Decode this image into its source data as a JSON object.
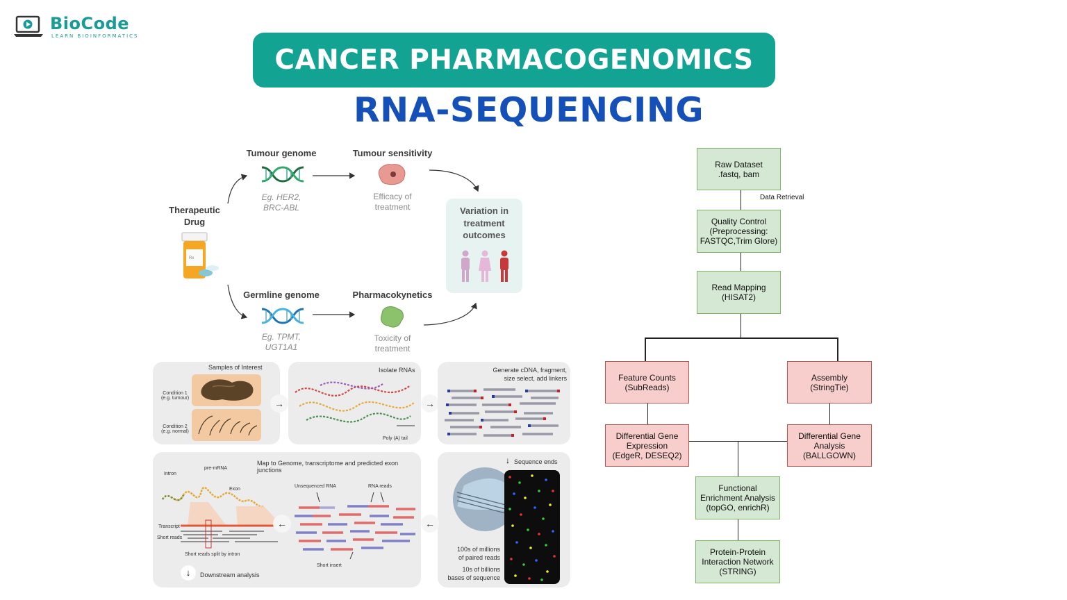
{
  "logo": {
    "name": "BioCode",
    "tagline": "LEARN BIOINFORMATICS"
  },
  "header": {
    "title": "CANCER PHARMACOGENOMICS",
    "subtitle": "RNA-SEQUENCING"
  },
  "colors": {
    "teal": "#13a393",
    "blue": "#1450b8",
    "green_box": "#d5e8d4",
    "red_box": "#f8cecc"
  },
  "pharmaco": {
    "drug": "Therapeutic\nDrug",
    "tumour_genome": "Tumour genome",
    "tumour_genes": "Eg. HER2,\nBRC-ABL",
    "tumour_sensitivity": "Tumour sensitivity",
    "efficacy": "Efficacy of\ntreatment",
    "germline_genome": "Germline genome",
    "germline_genes": "Eg. TPMT,\nUGT1A1",
    "pharmacokinetics": "Pharmacokynetics",
    "toxicity": "Toxicity of\ntreatment",
    "variation": "Variation in\ntreatment\noutcomes"
  },
  "rnaseq": {
    "samples_title": "Samples of Interest",
    "condition1": "Condition 1\n(e.g. tumour)",
    "condition2": "Condition 2\n(e.g. normal)",
    "isolate_title": "Isolate RNAs",
    "poly_a": "Poly (A) tail",
    "cdna_title": "Generate cDNA, fragment,\nsize select, add linkers",
    "map_title": "Map to Genome, transcriptome and predicted exon junctions",
    "intron": "Intron",
    "pre_mrna": "pre-mRNA",
    "exon": "Exon",
    "transcript": "Transcript",
    "short_reads": "Short reads",
    "split": "Short reads split by intron",
    "downstream": "Downstream analysis",
    "unsequenced": "Unsequenced RNA",
    "rna_reads": "RNA reads",
    "short_insert": "Short insert",
    "sequence_ends": "Sequence ends",
    "paired_reads": "100s of millions\nof paired reads",
    "billions": "10s of billions\nbases of sequence"
  },
  "flowchart": {
    "raw": "Raw Dataset\n.fastq, bam",
    "retrieval": "Data Retrieval",
    "qc": "Quality Control\n(Preprocessing:\nFASTQC,Trim Glore)",
    "mapping": "Read Mapping\n(HISAT2)",
    "feature": "Feature Counts\n(SubReads)",
    "assembly": "Assembly\n(StringTie)",
    "dge": "Differential Gene\nExpression\n(EdgeR, DESEQ2)",
    "dga": "Differential Gene\nAnalysis\n(BALLGOWN)",
    "enrichment": "Functional\nEnrichment Analysis\n(topGO, enrichR)",
    "ppi": "Protein-Protein\nInteraction Network\n(STRING)"
  }
}
